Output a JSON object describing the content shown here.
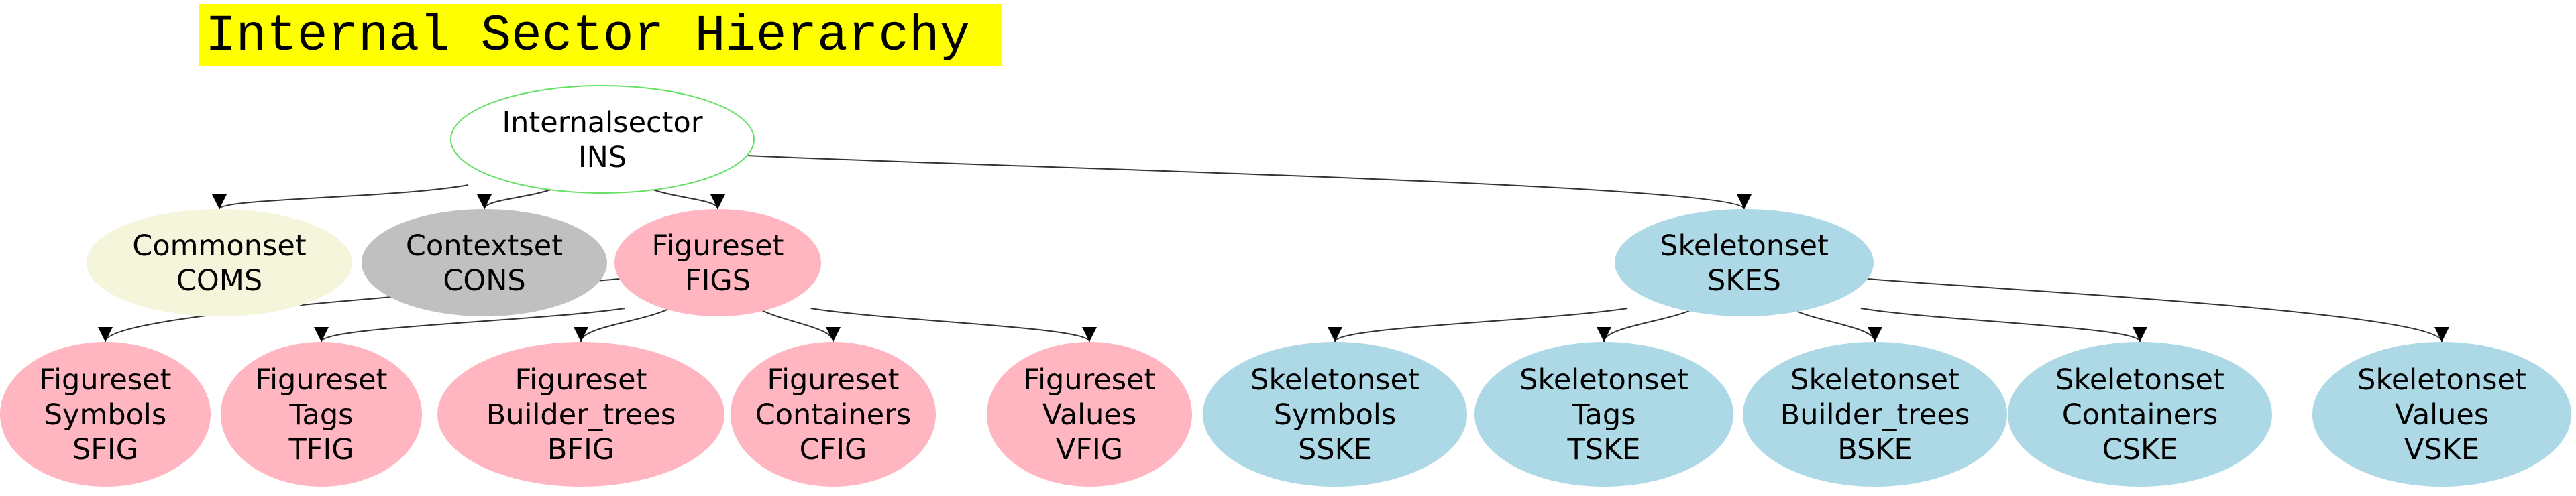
{
  "title": "Internal Sector Hierarchy",
  "colors": {
    "title_bg": "#ffff00",
    "root_stroke": "#66e066",
    "commonset": "#f5f5dc",
    "contextset": "#c0c0c0",
    "figureset": "#ffb6c1",
    "skeletonset": "#add8e6",
    "edge": "#333333"
  },
  "nodes": [
    {
      "id": "ins",
      "lines": [
        "Internalsector",
        "INS"
      ],
      "style": "root"
    },
    {
      "id": "coms",
      "lines": [
        "Commonset",
        "COMS"
      ],
      "style": "commonset"
    },
    {
      "id": "cons",
      "lines": [
        "Contextset",
        "CONS"
      ],
      "style": "contextset"
    },
    {
      "id": "figs",
      "lines": [
        "Figureset",
        "FIGS"
      ],
      "style": "figureset"
    },
    {
      "id": "skes",
      "lines": [
        "Skeletonset",
        "SKES"
      ],
      "style": "skeletonset"
    },
    {
      "id": "sfig",
      "lines": [
        "Figureset",
        "Symbols",
        "SFIG"
      ],
      "style": "figureset"
    },
    {
      "id": "tfig",
      "lines": [
        "Figureset",
        "Tags",
        "TFIG"
      ],
      "style": "figureset"
    },
    {
      "id": "bfig",
      "lines": [
        "Figureset",
        "Builder_trees",
        "BFIG"
      ],
      "style": "figureset"
    },
    {
      "id": "cfig",
      "lines": [
        "Figureset",
        "Containers",
        "CFIG"
      ],
      "style": "figureset"
    },
    {
      "id": "vfig",
      "lines": [
        "Figureset",
        "Values",
        "VFIG"
      ],
      "style": "figureset"
    },
    {
      "id": "sske",
      "lines": [
        "Skeletonset",
        "Symbols",
        "SSKE"
      ],
      "style": "skeletonset"
    },
    {
      "id": "tske",
      "lines": [
        "Skeletonset",
        "Tags",
        "TSKE"
      ],
      "style": "skeletonset"
    },
    {
      "id": "bske",
      "lines": [
        "Skeletonset",
        "Builder_trees",
        "BSKE"
      ],
      "style": "skeletonset"
    },
    {
      "id": "cske",
      "lines": [
        "Skeletonset",
        "Containers",
        "CSKE"
      ],
      "style": "skeletonset"
    },
    {
      "id": "vske",
      "lines": [
        "Skeletonset",
        "Values",
        "VSKE"
      ],
      "style": "skeletonset"
    }
  ],
  "edges": [
    {
      "from": "ins",
      "to": "coms"
    },
    {
      "from": "ins",
      "to": "cons"
    },
    {
      "from": "ins",
      "to": "figs"
    },
    {
      "from": "ins",
      "to": "skes"
    },
    {
      "from": "figs",
      "to": "sfig"
    },
    {
      "from": "figs",
      "to": "tfig"
    },
    {
      "from": "figs",
      "to": "bfig"
    },
    {
      "from": "figs",
      "to": "cfig"
    },
    {
      "from": "figs",
      "to": "vfig"
    },
    {
      "from": "skes",
      "to": "sske"
    },
    {
      "from": "skes",
      "to": "tske"
    },
    {
      "from": "skes",
      "to": "bske"
    },
    {
      "from": "skes",
      "to": "cske"
    },
    {
      "from": "skes",
      "to": "vske"
    }
  ]
}
